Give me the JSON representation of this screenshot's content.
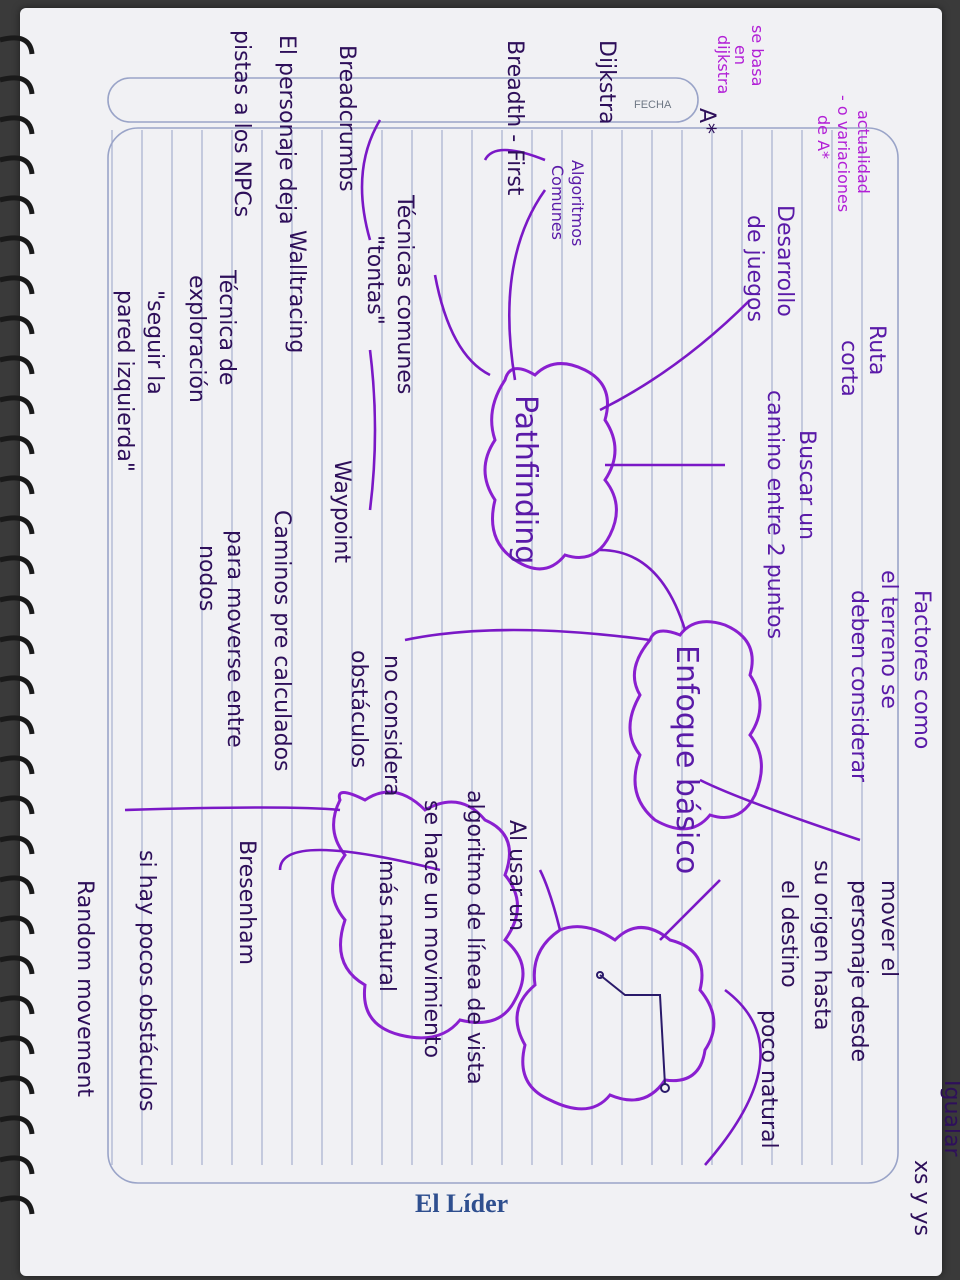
{
  "notebook": {
    "fecha_label": "FECHA",
    "brand": "El Líder"
  },
  "notes": {
    "center": "Pathfinding",
    "desarrollo": [
      "Desarrollo",
      "de juegos"
    ],
    "buscar": [
      "Buscar un",
      "camino entre 2 puntos"
    ],
    "ruta": [
      "Ruta",
      "corta"
    ],
    "factores": [
      "Factores como",
      "el terreno se",
      "deben considerar"
    ],
    "algoritmos": [
      "Algoritmos",
      "Comunes"
    ],
    "dijkstra": "Dijkstra",
    "astar": "A*",
    "breadth": "Breadth - First",
    "se_basa": [
      "se basa",
      "en",
      "dijkstra"
    ],
    "actualidad": [
      "actualidad",
      "- o variaciones",
      "de A*"
    ],
    "tecnicas": [
      "Técnicas comunes",
      "\"tontas\""
    ],
    "breadcrumbs": [
      "Breadcrumbs",
      "El personaje deja",
      "pistas a los NPCs"
    ],
    "wall": [
      "Walltracing",
      "Técnica de",
      "exploración",
      "\"seguir la",
      "pared izquierda\""
    ],
    "waypoint": [
      "Waypoint",
      "Caminos pre calculados",
      "para moverse entre",
      "nodos"
    ],
    "enfoque": "Enfoque básico",
    "no_considera": [
      "no considera",
      "obstáculos"
    ],
    "mover": [
      "mover el",
      "personaje desde",
      "su origen hasta",
      "el destino"
    ],
    "poco_natural": "poco natural",
    "igualar": [
      "Igualar",
      "xs y ys"
    ],
    "linea": [
      "Al usar un",
      "algoritmo de línea de vista",
      "se hace un movimiento",
      "más natural"
    ],
    "bresenham": "Bresenham",
    "si_hay": [
      "si hay pocos obstáculos",
      "Random movement"
    ]
  }
}
